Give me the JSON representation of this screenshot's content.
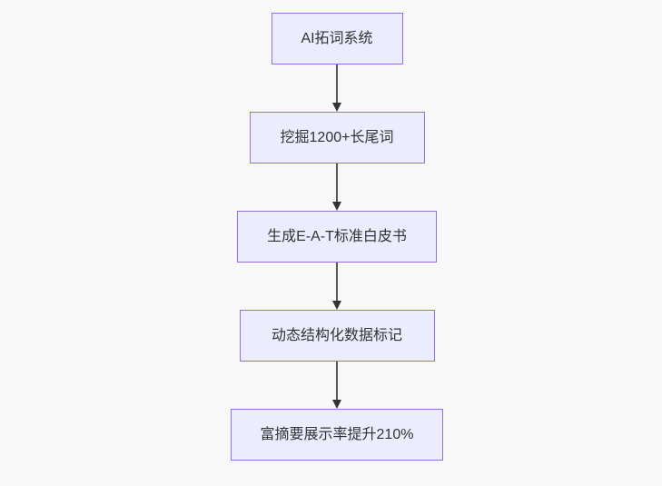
{
  "diagram": {
    "type": "flowchart",
    "direction": "top-down",
    "colors": {
      "background": "#f8f8f8",
      "node_fill": "#ececff",
      "node_border": "#9370db",
      "node_text": "#333333",
      "arrow": "#333333"
    },
    "nodes": [
      {
        "label": "AI拓词系统"
      },
      {
        "label": "挖掘1200+长尾词"
      },
      {
        "label": "生成E-A-T标准白皮书"
      },
      {
        "label": "动态结构化数据标记"
      },
      {
        "label": "富摘要展示率提升210%"
      }
    ],
    "edges": [
      {
        "from": "AI拓词系统",
        "to": "挖掘1200+长尾词"
      },
      {
        "from": "挖掘1200+长尾词",
        "to": "生成E-A-T标准白皮书"
      },
      {
        "from": "生成E-A-T标准白皮书",
        "to": "动态结构化数据标记"
      },
      {
        "from": "动态结构化数据标记",
        "to": "富摘要展示率提升210%"
      }
    ]
  }
}
